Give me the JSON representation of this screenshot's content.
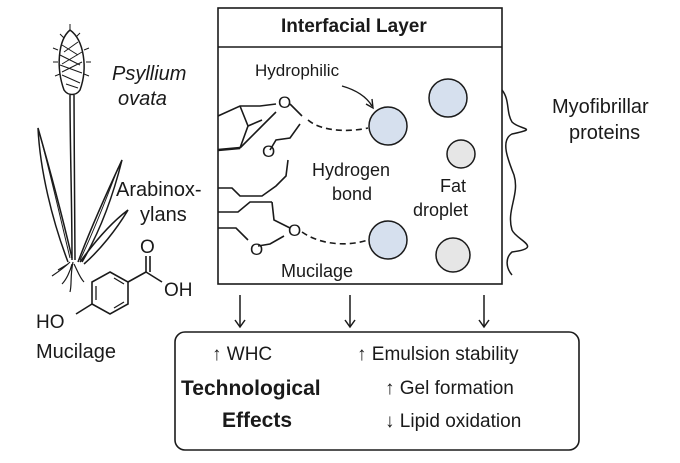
{
  "plant": {
    "name_line1": "Psyllium",
    "name_line2": "ovata"
  },
  "arabinoxylans": {
    "line1": "Arabinox-",
    "line2": "ylans"
  },
  "structure": {
    "o_label": "O",
    "oh_label": "OH",
    "ho_label": "HO",
    "caption": "Mucilage"
  },
  "interfacial": {
    "title": "Interfacial Layer",
    "hydrophilic": "Hydrophilic",
    "hbond_line1": "Hydrogen",
    "hbond_line2": "bond",
    "fat_line1": "Fat",
    "fat_line2": "droplet",
    "mucilage": "Mucilage",
    "ring_o": "O"
  },
  "myofibrillar": {
    "line1": "Myofibrillar",
    "line2": "proteins"
  },
  "effects": {
    "whc": "↑ WHC",
    "emulsion": "↑ Emulsion stability",
    "title_line1": "Technological",
    "title_line2": "Effects",
    "gel": "↑ Gel formation",
    "lipid": "↓ Lipid oxidation"
  },
  "colors": {
    "line": "#1a1a1a",
    "droplet_blue": "#d6e0ee",
    "droplet_gray": "#e6e6e6"
  }
}
